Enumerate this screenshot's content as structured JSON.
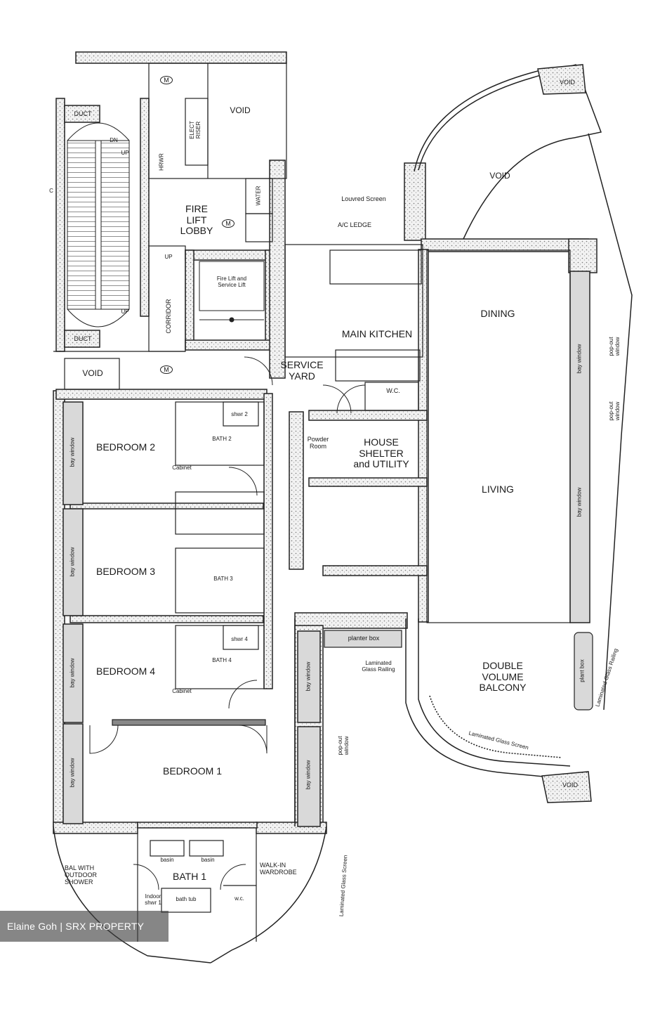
{
  "watermark": "Elaine Goh | SRX PROPERTY",
  "rooms": {
    "void_top": "VOID",
    "void_right": "VOID",
    "void_corner_top": "VOID",
    "void_left": "VOID",
    "void_corner_bottom": "VOID",
    "duct_top": "DUCT",
    "duct_bottom": "DUCT",
    "fire_lift_lobby": "FIRE\nLIFT\nLOBBY",
    "fire_lift": "Fire Lift and\nService Lift",
    "corridor": "CORRIDOR",
    "elect_riser": "ELECT\nRISER",
    "water": "WATER",
    "hrwr": "HRWR",
    "louvred_screen": "Louvred Screen",
    "ac_ledge": "A/C LEDGE",
    "dining": "DINING",
    "main_kitchen": "MAIN KITCHEN",
    "service_yard": "SERVICE\nYARD",
    "wc_service": "W.C.",
    "powder_room": "Powder\nRoom",
    "house_shelter": "HOUSE\nSHELTER\nand UTILITY",
    "living": "LIVING",
    "bedroom2": "BEDROOM 2",
    "bath2": "BATH 2",
    "shwr2": "shwr 2",
    "cabinet2": "Cabinet",
    "bedroom3": "BEDROOM 3",
    "bath3": "BATH 3",
    "bedroom4": "BEDROOM 4",
    "bath4": "BATH 4",
    "shwr4": "shwr 4",
    "cabinet4": "Cabinet",
    "planter_box": "planter box",
    "laminated_glass_railing": "Laminated\nGlass Railing",
    "double_volume_balcony": "DOUBLE\nVOLUME\nBALCONY",
    "laminated_glass_screen": "Laminated Glass Screen",
    "laminated_glass_railing_right": "Laminated Glass Railing",
    "plant_box": "plant box",
    "bedroom1": "BEDROOM 1",
    "bal_outdoor_shower": "BAL WITH\nOUTDOOR\nSHOWER",
    "basin_a": "basin",
    "basin_b": "basin",
    "bath1": "BATH 1",
    "indoor_shwr": "Indoor\nshwr 1",
    "bath_tub": "bath tub",
    "wc_master": "w.c.",
    "walk_in_wardrobe": "WALK-IN\nWARDROBE",
    "laminated_glass_screen_vert": "Laminated Glass Screen",
    "bay_window": "bay window",
    "popout_window": "pop-out\nwindow",
    "up": "UP",
    "dn": "DN",
    "m": "M",
    "c": "C"
  }
}
